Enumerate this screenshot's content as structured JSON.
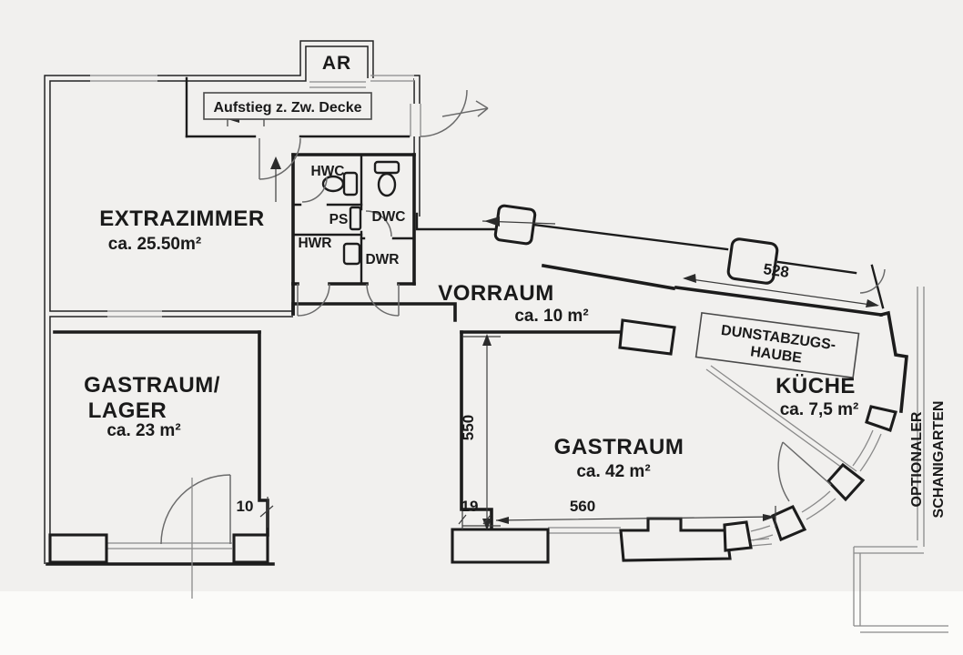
{
  "canvas": {
    "paper_color": "#f1f0ee",
    "bottom_strip_color": "#fbfbf9",
    "wall_color": "#1c1c1c",
    "thin_line_color": "#8a8a8a",
    "text_color": "#1a1a1a"
  },
  "rooms": {
    "ar": {
      "label": "AR"
    },
    "aufstieg": {
      "label": "Aufstieg z. Zw. Decke"
    },
    "extrazimmer": {
      "name": "EXTRAZIMMER",
      "area": "ca. 25.50m²"
    },
    "hwc": {
      "label": "HWC"
    },
    "dwc": {
      "label": "DWC"
    },
    "ps": {
      "label": "PS"
    },
    "hwr": {
      "label": "HWR"
    },
    "dwr": {
      "label": "DWR"
    },
    "vorraum": {
      "name": "VORRAUM",
      "area": "ca. 10 m²"
    },
    "gastraum_lager": {
      "name_line1": "GASTRAUM/",
      "name_line2": "LAGER",
      "area": "ca. 23 m²"
    },
    "gastraum": {
      "name": "GASTRAUM",
      "area": "ca. 42 m²"
    },
    "kueche": {
      "name": "KÜCHE",
      "area": "ca. 7,5 m²"
    },
    "dunstabzugshaube": {
      "line1": "DUNSTABZUGS-",
      "line2": "HAUBE"
    },
    "schanigarten": {
      "line1": "OPTIONALER",
      "line2": "SCHANIGARTEN"
    }
  },
  "dimensions": {
    "corridor_length": "528",
    "gastraum_depth": "550",
    "gastraum_width": "560",
    "lager_offset": "10",
    "gastraum_offset": "19"
  }
}
